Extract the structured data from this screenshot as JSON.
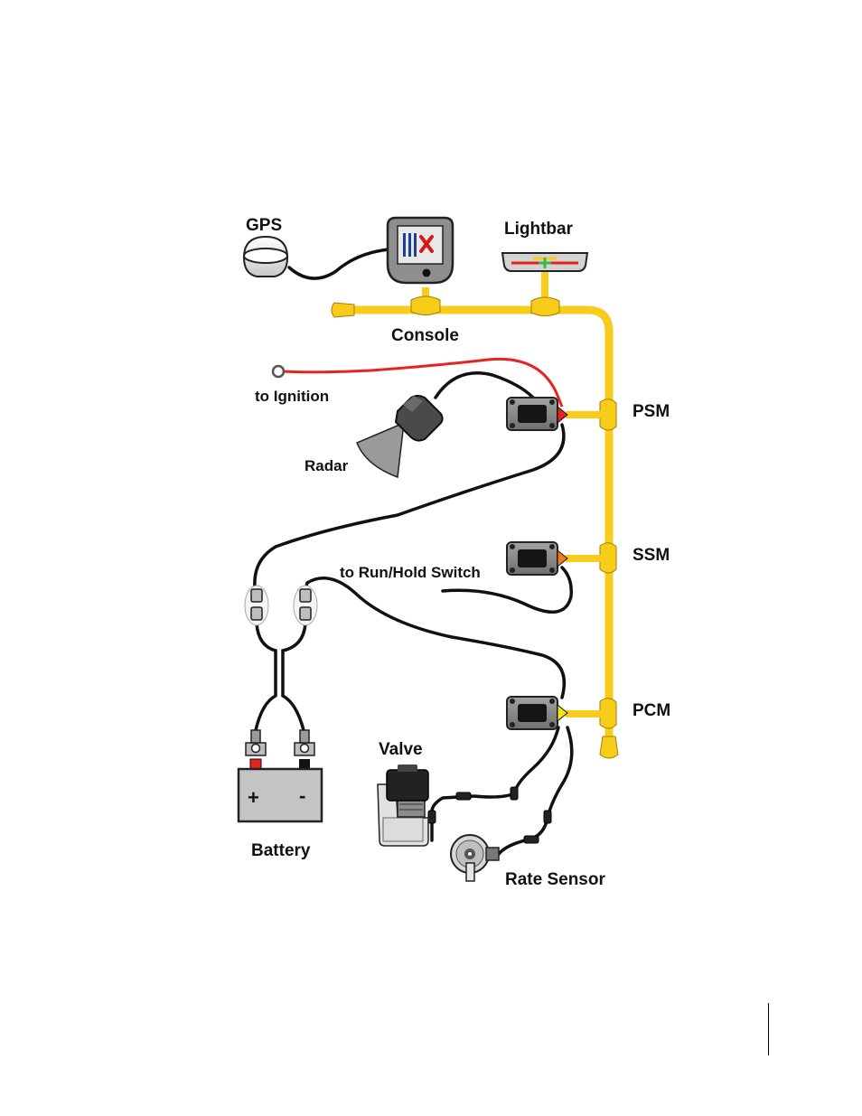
{
  "labels": {
    "gps": "GPS",
    "console": "Console",
    "lightbar": "Lightbar",
    "to_ignition": "to Ignition",
    "radar": "Radar",
    "psm": "PSM",
    "ssm": "SSM",
    "pcm": "PCM",
    "to_run_hold_switch": "to Run/Hold Switch",
    "valve": "Valve",
    "battery": "Battery",
    "rate_sensor": "Rate Sensor",
    "battery_plus": "+",
    "battery_minus": "-"
  },
  "colors": {
    "harness": "#f7cc1a",
    "cable": "#111111",
    "ignition_wire": "#e8231e",
    "psm_tip": "#e8231e",
    "ssm_tip": "#f07c1e",
    "pcm_tip": "#f7e61a",
    "module_body": "#888888",
    "lightbar_red": "#e8231e",
    "lightbar_green": "#38b44a",
    "lightbar_yellow": "#f7cc1a"
  }
}
